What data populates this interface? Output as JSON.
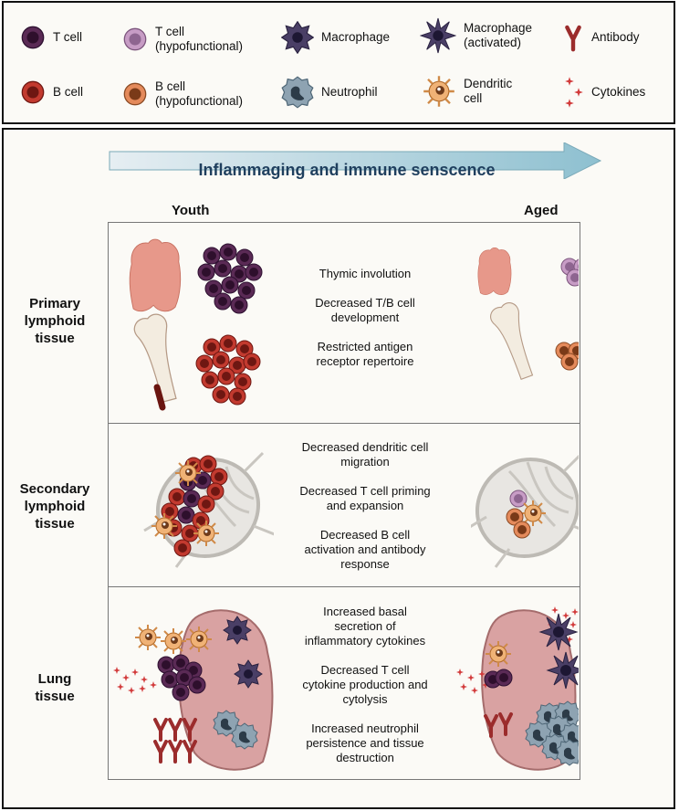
{
  "legend": [
    {
      "label": "T cell",
      "icon": "t-cell-icon"
    },
    {
      "label": "T cell\n(hypofunctional)",
      "icon": "t-cell-hypofunctional-icon"
    },
    {
      "label": "Macrophage",
      "icon": "macrophage-icon"
    },
    {
      "label": "Macrophage\n(activated)",
      "icon": "macrophage-activated-icon"
    },
    {
      "label": "Antibody",
      "icon": "antibody-icon"
    },
    {
      "label": "B cell",
      "icon": "b-cell-icon"
    },
    {
      "label": "B cell\n(hypofunctional)",
      "icon": "b-cell-hypofunctional-icon"
    },
    {
      "label": "Neutrophil",
      "icon": "neutrophil-icon"
    },
    {
      "label": "Dendritic\ncell",
      "icon": "dendritic-cell-icon"
    },
    {
      "label": "Cytokines",
      "icon": "cytokines-icon"
    }
  ],
  "banner": "Inflammaging and immune senscence",
  "columns": {
    "youth": "Youth",
    "aged": "Aged"
  },
  "rows": [
    {
      "label": "Primary\nlymphoid\ntissue",
      "items": [
        "Thymic involution",
        "Decreased T/B cell\ndevelopment",
        "Restricted antigen\nreceptor repertoire"
      ]
    },
    {
      "label": "Secondary\nlymphoid\ntissue",
      "items": [
        "Decreased dendritic cell\nmigration",
        "Decreased T cell priming\nand expansion",
        "Decreased B cell\nactivation and antibody\nresponse"
      ]
    },
    {
      "label": "Lung\ntissue",
      "items": [
        "Increased basal\nsecretion of\ninflammatory cytokines",
        "Decreased T cell\ncytokine production and\ncytolysis",
        "Increased neutrophil\npersistence and tissue\ndestruction"
      ]
    }
  ],
  "colors": {
    "t_cell": "#5a2a55",
    "t_cell_hypo": "#c79cc5",
    "b_cell": "#c23a2f",
    "b_cell_hypo": "#e48a5b",
    "macrophage": "#4a3f66",
    "neutrophil": "#8ea3b2",
    "dendritic": "#e3a25c",
    "antibody": "#9b2c2c",
    "cytokine": "#d23b3b",
    "banner_text": "#1f3f5e"
  }
}
